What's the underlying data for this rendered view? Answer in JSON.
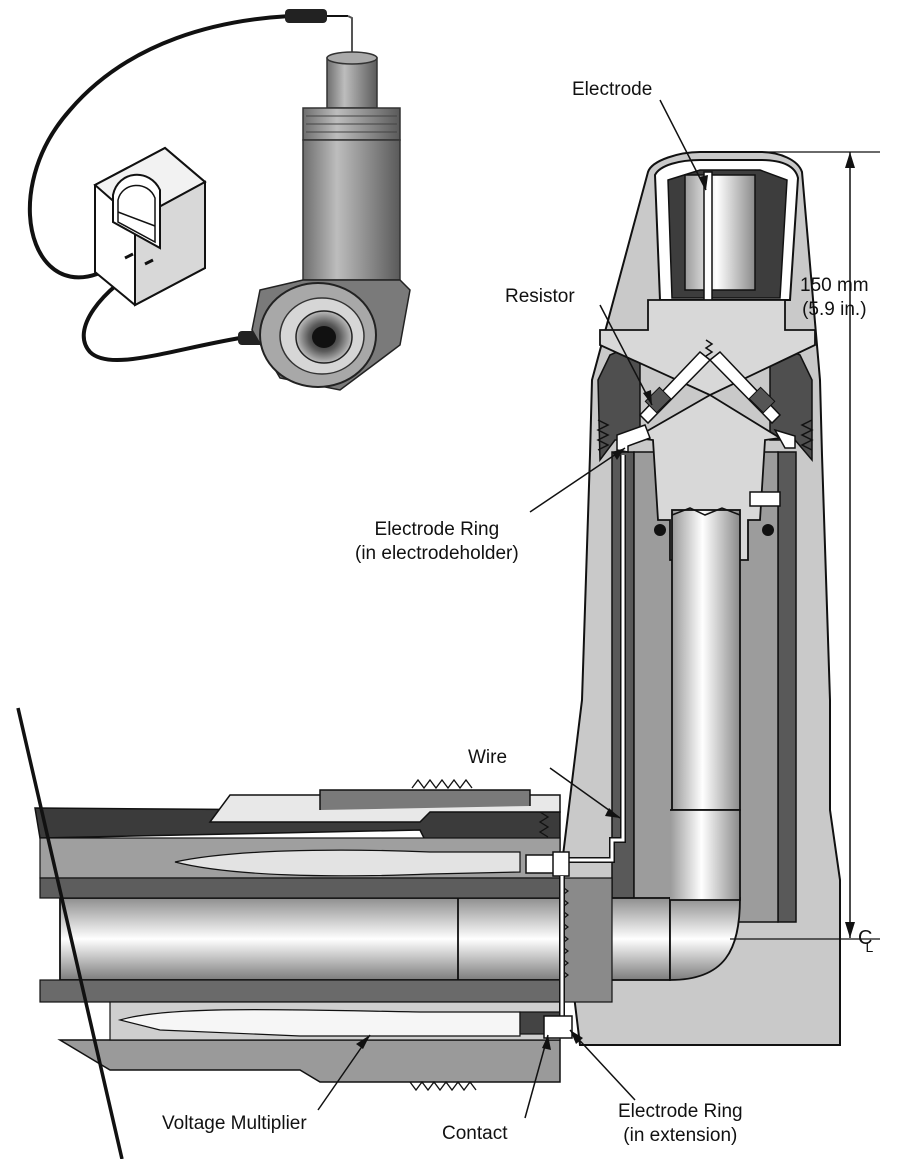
{
  "labels": {
    "electrode": "Electrode",
    "resistor": "Resistor",
    "dimension_mm": "150 mm",
    "dimension_in": "(5.9 in.)",
    "electrode_ring_holder_1": "Electrode Ring",
    "electrode_ring_holder_2": "(in electrodeholder)",
    "wire": "Wire",
    "centerline": "C",
    "centerline_sub": "L",
    "voltage_multiplier": "Voltage Multiplier",
    "contact": "Contact",
    "electrode_ring_ext_1": "Electrode Ring",
    "electrode_ring_ext_2": "(in extension)"
  },
  "colors": {
    "outline": "#111111",
    "dark_gray": "#4a4a4a",
    "mid_gray": "#8c8c8c",
    "light_gray": "#cfcfcf",
    "pale_gray": "#e6e6e6",
    "white": "#ffffff"
  },
  "icons": [
    "ohmmeter-icon",
    "probe-lead-icon",
    "spray-nozzle-assembly"
  ]
}
